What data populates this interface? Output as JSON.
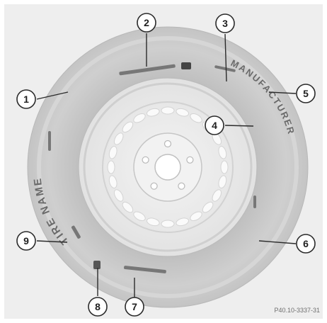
{
  "figure": {
    "image_code": "P40.10-3337-31",
    "sidewall_texts": {
      "tire_name": "TIRE NAME",
      "manufacturer": "MANUFACTURER"
    },
    "callouts": [
      {
        "num": "1"
      },
      {
        "num": "2"
      },
      {
        "num": "3"
      },
      {
        "num": "4"
      },
      {
        "num": "5"
      },
      {
        "num": "6"
      },
      {
        "num": "7"
      },
      {
        "num": "8"
      },
      {
        "num": "9"
      }
    ]
  },
  "colors": {
    "background": "#ffffff",
    "panel": "#eeeeee",
    "tire": "#c9c9c9",
    "rim": "#e6e6e6",
    "callout_stroke": "#2b2b2b"
  }
}
